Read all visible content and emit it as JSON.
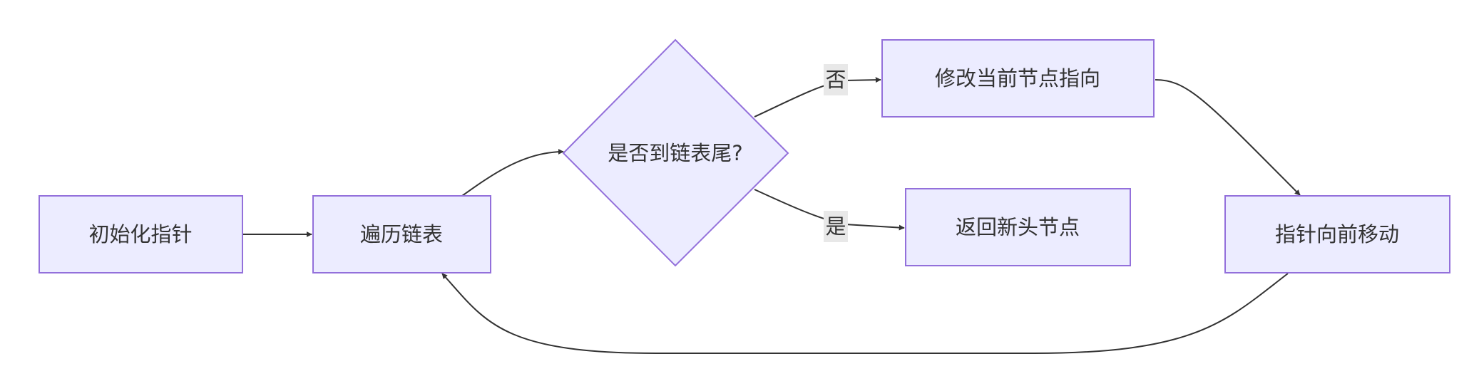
{
  "diagram": {
    "type": "flowchart",
    "nodes": {
      "init": {
        "label": "初始化指针",
        "shape": "rect"
      },
      "traverse": {
        "label": "遍历链表",
        "shape": "rect"
      },
      "decision": {
        "label": "是否到链表尾?",
        "shape": "diamond"
      },
      "modify": {
        "label": "修改当前节点指向",
        "shape": "rect"
      },
      "return_head": {
        "label": "返回新头节点",
        "shape": "rect"
      },
      "move": {
        "label": "指针向前移动",
        "shape": "rect"
      }
    },
    "edges": [
      {
        "from": "init",
        "to": "traverse",
        "label": ""
      },
      {
        "from": "traverse",
        "to": "decision",
        "label": ""
      },
      {
        "from": "decision",
        "to": "modify",
        "label": "否"
      },
      {
        "from": "decision",
        "to": "return_head",
        "label": "是"
      },
      {
        "from": "modify",
        "to": "move",
        "label": ""
      },
      {
        "from": "move",
        "to": "traverse",
        "label": ""
      }
    ],
    "colors": {
      "node_fill": "#ECECFF",
      "node_stroke": "#9370DB",
      "edge": "#333333",
      "edge_label_bg": "#e8e8e8",
      "text": "#333333"
    }
  }
}
